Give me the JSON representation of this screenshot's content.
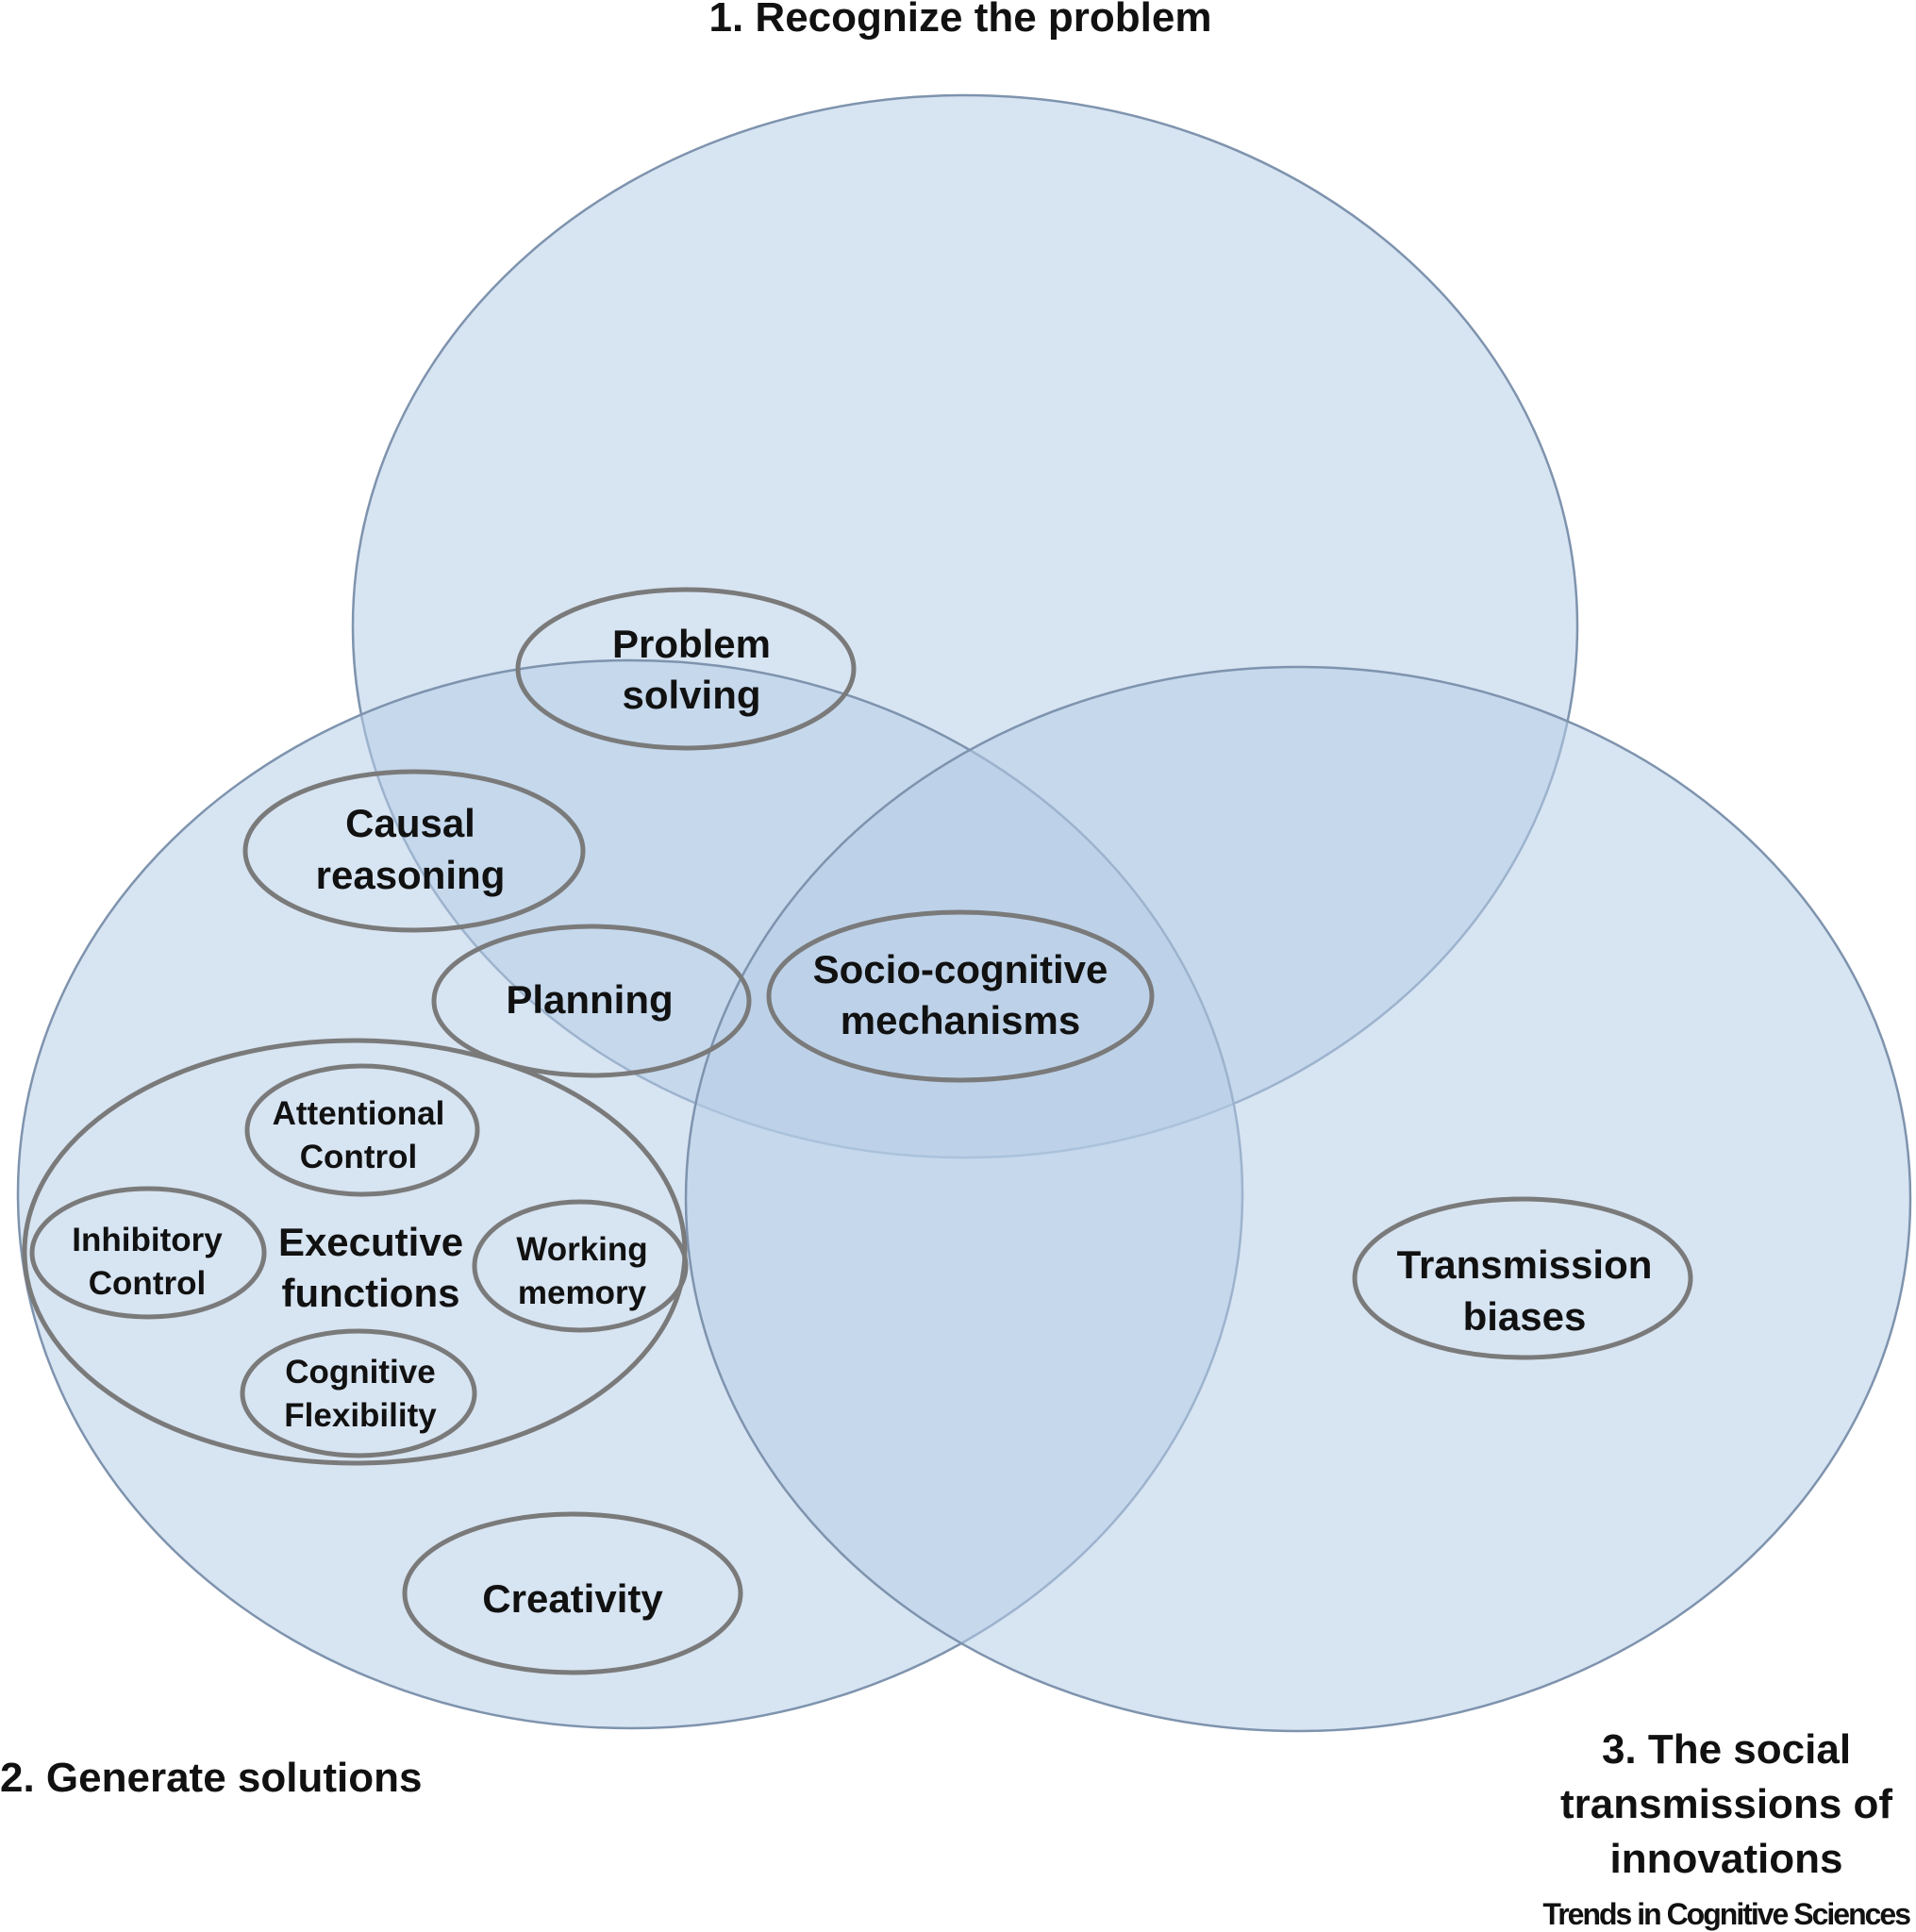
{
  "colors": {
    "circle_fill": "#b7cde8",
    "circle_stroke": "#7e93ad",
    "oval_stroke": "#7a7a7a",
    "text": "#111111"
  },
  "stages": {
    "recognize": "1. Recognize the problem",
    "generate": "2. Generate solutions",
    "social": [
      "3. The social",
      "transmissions of",
      "innovations"
    ]
  },
  "concepts": {
    "problem_solving": [
      "Problem",
      "solving"
    ],
    "causal_reasoning": [
      "Causal",
      "reasoning"
    ],
    "planning": "Planning",
    "socio_cognitive": [
      "Socio-cognitive",
      "mechanisms"
    ],
    "executive_functions": [
      "Executive",
      "functions"
    ],
    "attentional_control": [
      "Attentional",
      "Control"
    ],
    "inhibitory_control": [
      "Inhibitory",
      "Control"
    ],
    "working_memory": [
      "Working",
      "memory"
    ],
    "cognitive_flexibility": [
      "Cognitive",
      "Flexibility"
    ],
    "creativity": "Creativity",
    "transmission_biases": [
      "Transmission",
      "biases"
    ]
  },
  "credit": "Trends in Cognitive Sciences"
}
